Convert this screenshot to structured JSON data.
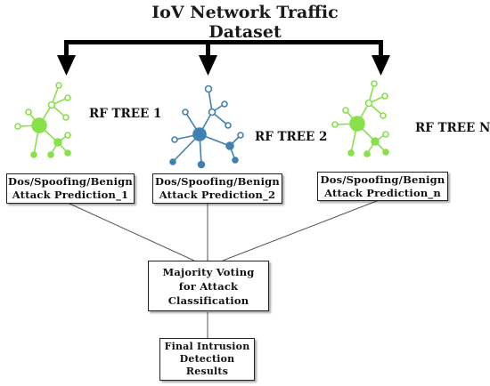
{
  "title": {
    "line1": "IoV Network Traffic",
    "line2": "Dataset"
  },
  "trees": [
    {
      "label": "RF TREE 1",
      "color": "#88e04a"
    },
    {
      "label": "RF TREE 2",
      "color": "#3f82b0"
    },
    {
      "label": "RF TREE N",
      "color": "#88e04a"
    }
  ],
  "predictions": [
    {
      "line1": "Dos/Spoofing/Benign",
      "line2": "Attack Prediction_1"
    },
    {
      "line1": "Dos/Spoofing/Benign",
      "line2": "Attack Prediction_2"
    },
    {
      "line1": "Dos/Spoofing/Benign",
      "line2": "Attack Prediction_n"
    }
  ],
  "voting": {
    "line1": "Majority Voting",
    "line2": "for Attack",
    "line3": "Classification"
  },
  "result": {
    "line1": "Final Intrusion",
    "line2": "Detection",
    "line3": "Results"
  }
}
